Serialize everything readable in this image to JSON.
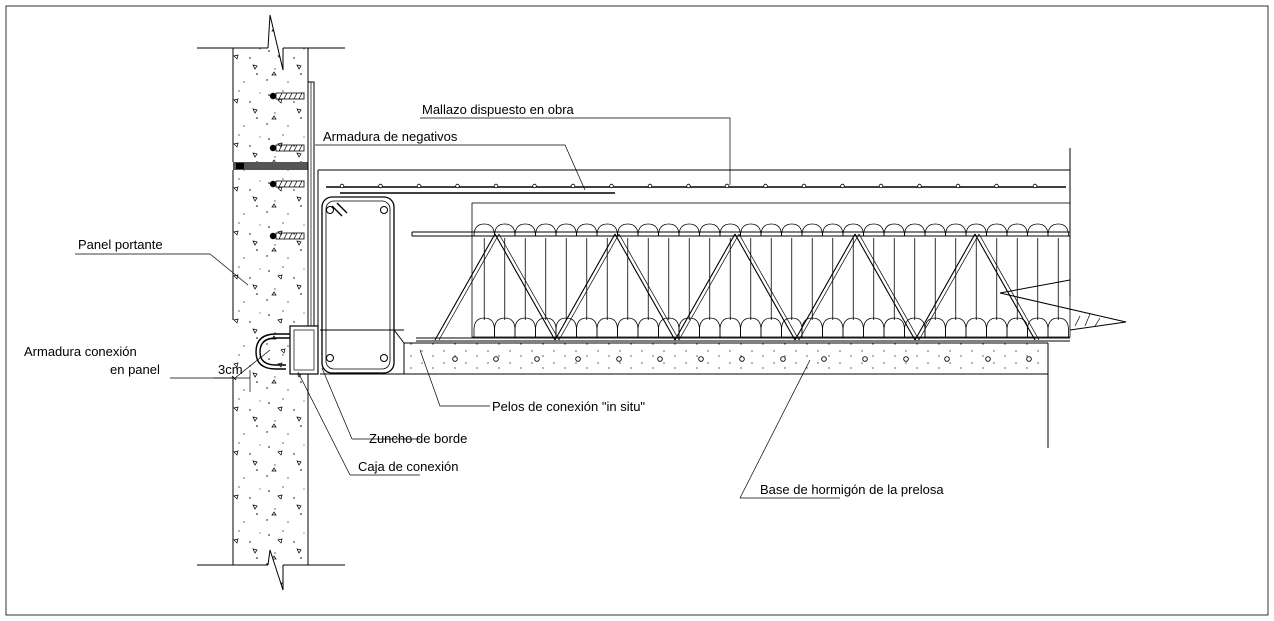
{
  "labels": {
    "mallazo": "Mallazo dispuesto en obra",
    "negativos": "Armadura de negativos",
    "panel": "Panel  portante",
    "conexion_panel_1": "Armadura conexión",
    "conexion_panel_2": "en panel",
    "dim_3cm": "3cm",
    "pelos": "Pelos de conexión \"in situ\"",
    "zuncho": "Zuncho de borde",
    "caja": "Caja de conexión",
    "base": "Base de hormigón de la prelosa"
  }
}
